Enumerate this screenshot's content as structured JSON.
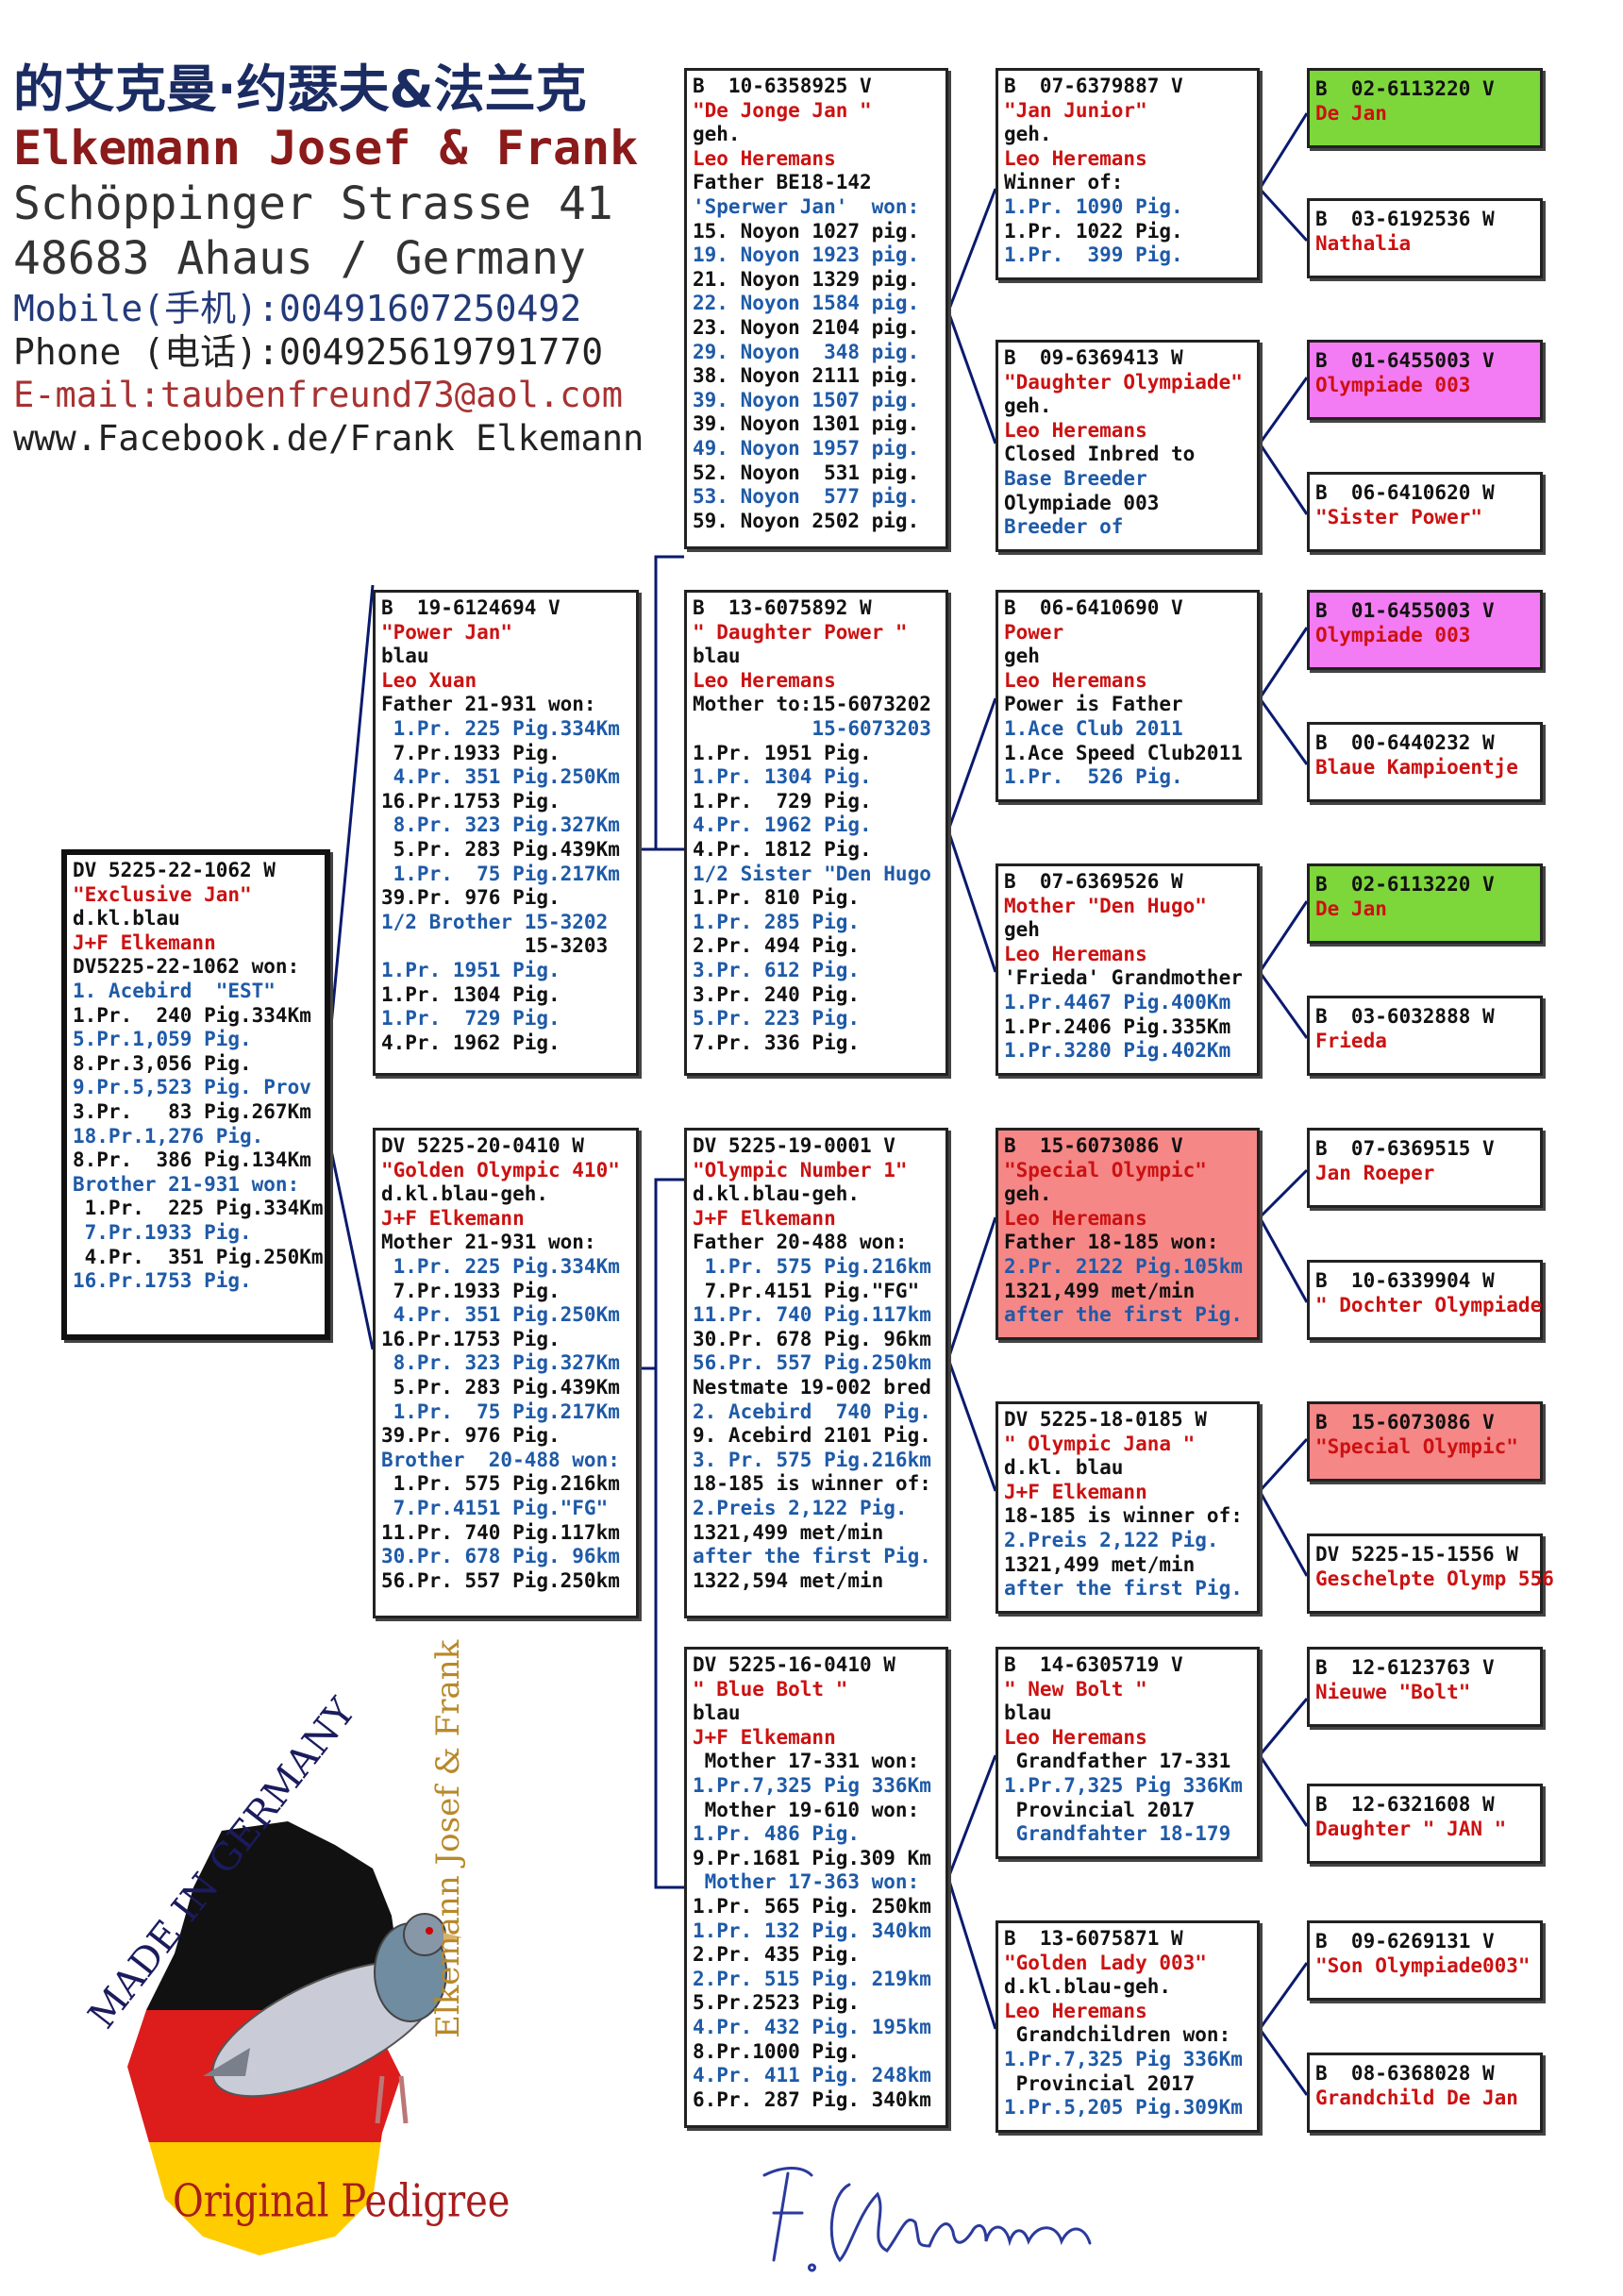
{
  "header": {
    "chinese": "的艾克曼·约瑟夫&法兰克",
    "name": "Elkemann Josef & Frank",
    "street": "Schöppinger Strasse 41",
    "city": "48683 Ahaus / Germany",
    "mobile": "Mobile(手机):00491607250492",
    "phone": "Phone (电话):004925619791770",
    "email": "E-mail:taubenfreund73@aol.com",
    "web": "www.Facebook.de/Frank Elkemann"
  },
  "colors": {
    "green": "#7dd63a",
    "magenta": "#f37bf3",
    "salmon": "#f58787",
    "red": "#cc1111",
    "blue": "#1e5aa8",
    "navy": "#1b2c63"
  },
  "cards": [
    {
      "id": "subject",
      "lines": [
        [
          "k",
          "DV 5225-22-1062 W"
        ],
        [
          "r",
          "\"Exclusive Jan\""
        ],
        [
          "k",
          "d.kl.blau"
        ],
        [
          "r",
          "J+F Elkemann"
        ],
        [
          "k",
          "DV5225-22-1062 won:"
        ],
        [
          "b",
          "1. Acebird  \"EST\""
        ],
        [
          "k",
          "1.Pr.  240 Pig.334Km"
        ],
        [
          "b",
          "5.Pr.1,059 Pig."
        ],
        [
          "k",
          "8.Pr.3,056 Pig."
        ],
        [
          "b",
          "9.Pr.5,523 Pig. Prov"
        ],
        [
          "k",
          "3.Pr.   83 Pig.267Km"
        ],
        [
          "b",
          "18.Pr.1,276 Pig."
        ],
        [
          "k",
          "8.Pr.  386 Pig.134Km"
        ],
        [
          "b",
          "Brother 21-931 won:"
        ],
        [
          "k",
          " 1.Pr.  225 Pig.334Km"
        ],
        [
          "b",
          " 7.Pr.1933 Pig."
        ],
        [
          "k",
          " 4.Pr.  351 Pig.250Km"
        ],
        [
          "b",
          "16.Pr.1753 Pig."
        ]
      ]
    },
    {
      "id": "sire",
      "lines": [
        [
          "k",
          "B  19-6124694 V"
        ],
        [
          "r",
          "\"Power Jan\""
        ],
        [
          "k",
          "blau"
        ],
        [
          "r",
          "Leo Xuan"
        ],
        [
          "k",
          "Father 21-931 won:"
        ],
        [
          "b",
          " 1.Pr. 225 Pig.334Km"
        ],
        [
          "k",
          " 7.Pr.1933 Pig."
        ],
        [
          "b",
          " 4.Pr. 351 Pig.250Km"
        ],
        [
          "k",
          "16.Pr.1753 Pig."
        ],
        [
          "b",
          " 8.Pr. 323 Pig.327Km"
        ],
        [
          "k",
          " 5.Pr. 283 Pig.439Km"
        ],
        [
          "b",
          " 1.Pr.  75 Pig.217Km"
        ],
        [
          "k",
          "39.Pr. 976 Pig."
        ],
        [
          "b",
          "1/2 Brother 15-3202"
        ],
        [
          "k",
          "            15-3203"
        ],
        [
          "b",
          "1.Pr. 1951 Pig."
        ],
        [
          "k",
          "1.Pr. 1304 Pig."
        ],
        [
          "b",
          "1.Pr.  729 Pig."
        ],
        [
          "k",
          "4.Pr. 1962 Pig."
        ]
      ]
    },
    {
      "id": "dam",
      "lines": [
        [
          "k",
          "DV 5225-20-0410 W"
        ],
        [
          "r",
          "\"Golden Olympic 410\""
        ],
        [
          "k",
          "d.kl.blau-geh."
        ],
        [
          "r",
          "J+F Elkemann"
        ],
        [
          "k",
          "Mother 21-931 won:"
        ],
        [
          "b",
          " 1.Pr. 225 Pig.334Km"
        ],
        [
          "k",
          " 7.Pr.1933 Pig."
        ],
        [
          "b",
          " 4.Pr. 351 Pig.250Km"
        ],
        [
          "k",
          "16.Pr.1753 Pig."
        ],
        [
          "b",
          " 8.Pr. 323 Pig.327Km"
        ],
        [
          "k",
          " 5.Pr. 283 Pig.439Km"
        ],
        [
          "b",
          " 1.Pr.  75 Pig.217Km"
        ],
        [
          "k",
          "39.Pr. 976 Pig."
        ],
        [
          "b",
          "Brother  20-488 won:"
        ],
        [
          "k",
          " 1.Pr. 575 Pig.216km"
        ],
        [
          "b",
          " 7.Pr.4151 Pig.\"FG\""
        ],
        [
          "k",
          "11.Pr. 740 Pig.117km"
        ],
        [
          "b",
          "30.Pr. 678 Pig. 96km"
        ],
        [
          "k",
          "56.Pr. 557 Pig.250km"
        ]
      ]
    },
    {
      "id": "ss",
      "lines": [
        [
          "k",
          "B  10-6358925 V"
        ],
        [
          "r",
          "\"De Jonge Jan \""
        ],
        [
          "k",
          "geh."
        ],
        [
          "r",
          "Leo Heremans"
        ],
        [
          "k",
          "Father BE18-142"
        ],
        [
          "b",
          "'Sperwer Jan'  won:"
        ],
        [
          "k",
          "15. Noyon 1027 pig."
        ],
        [
          "b",
          "19. Noyon 1923 pig."
        ],
        [
          "k",
          "21. Noyon 1329 pig."
        ],
        [
          "b",
          "22. Noyon 1584 pig."
        ],
        [
          "k",
          "23. Noyon 2104 pig."
        ],
        [
          "b",
          "29. Noyon  348 pig."
        ],
        [
          "k",
          "38. Noyon 2111 pig."
        ],
        [
          "b",
          "39. Noyon 1507 pig."
        ],
        [
          "k",
          "39. Noyon 1301 pig."
        ],
        [
          "b",
          "49. Noyon 1957 pig."
        ],
        [
          "k",
          "52. Noyon  531 pig."
        ],
        [
          "b",
          "53. Noyon  577 pig."
        ],
        [
          "k",
          "59. Noyon 2502 pig."
        ]
      ]
    },
    {
      "id": "sd",
      "lines": [
        [
          "k",
          "B  13-6075892 W"
        ],
        [
          "r",
          "\" Daughter Power \""
        ],
        [
          "k",
          "blau"
        ],
        [
          "r",
          "Leo Heremans"
        ],
        [
          "k",
          "Mother to:15-6073202"
        ],
        [
          "b",
          "          15-6073203"
        ],
        [
          "k",
          "1.Pr. 1951 Pig."
        ],
        [
          "b",
          "1.Pr. 1304 Pig."
        ],
        [
          "k",
          "1.Pr.  729 Pig."
        ],
        [
          "b",
          "4.Pr. 1962 Pig."
        ],
        [
          "k",
          "4.Pr. 1812 Pig."
        ],
        [
          "b",
          "1/2 Sister \"Den Hugo"
        ],
        [
          "k",
          "1.Pr. 810 Pig."
        ],
        [
          "b",
          "1.Pr. 285 Pig."
        ],
        [
          "k",
          "2.Pr. 494 Pig."
        ],
        [
          "b",
          "3.Pr. 612 Pig."
        ],
        [
          "k",
          "3.Pr. 240 Pig."
        ],
        [
          "b",
          "5.Pr. 223 Pig."
        ],
        [
          "k",
          "7.Pr. 336 Pig."
        ]
      ]
    },
    {
      "id": "ds",
      "lines": [
        [
          "k",
          "DV 5225-19-0001 V"
        ],
        [
          "r",
          "\"Olympic Number 1\""
        ],
        [
          "k",
          "d.kl.blau-geh."
        ],
        [
          "r",
          "J+F Elkemann"
        ],
        [
          "k",
          "Father 20-488 won:"
        ],
        [
          "b",
          " 1.Pr. 575 Pig.216km"
        ],
        [
          "k",
          " 7.Pr.4151 Pig.\"FG\""
        ],
        [
          "b",
          "11.Pr. 740 Pig.117km"
        ],
        [
          "k",
          "30.Pr. 678 Pig. 96km"
        ],
        [
          "b",
          "56.Pr. 557 Pig.250km"
        ],
        [
          "k",
          "Nestmate 19-002 bred"
        ],
        [
          "b",
          "2. Acebird  740 Pig."
        ],
        [
          "k",
          "9. Acebird 2101 Pig."
        ],
        [
          "b",
          "3. Pr. 575 Pig.216km"
        ],
        [
          "k",
          "18-185 is winner of:"
        ],
        [
          "b",
          "2.Preis 2,122 Pig."
        ],
        [
          "k",
          "1321,499 met/min"
        ],
        [
          "b",
          "after the first Pig."
        ],
        [
          "k",
          "1322,594 met/min"
        ]
      ]
    },
    {
      "id": "dd",
      "lines": [
        [
          "k",
          "DV 5225-16-0410 W"
        ],
        [
          "r",
          "\" Blue Bolt \""
        ],
        [
          "k",
          "blau"
        ],
        [
          "r",
          "J+F Elkemann"
        ],
        [
          "k",
          " Mother 17-331 won:"
        ],
        [
          "b",
          "1.Pr.7,325 Pig 336Km"
        ],
        [
          "k",
          " Mother 19-610 won:"
        ],
        [
          "b",
          "1.Pr. 486 Pig."
        ],
        [
          "k",
          "9.Pr.1681 Pig.309 Km"
        ],
        [
          "b",
          " Mother 17-363 won:"
        ],
        [
          "k",
          "1.Pr. 565 Pig. 250km"
        ],
        [
          "b",
          "1.Pr. 132 Pig. 340km"
        ],
        [
          "k",
          "2.Pr. 435 Pig."
        ],
        [
          "b",
          "2.Pr. 515 Pig. 219km"
        ],
        [
          "k",
          "5.Pr.2523 Pig."
        ],
        [
          "b",
          "4.Pr. 432 Pig. 195km"
        ],
        [
          "k",
          "8.Pr.1000 Pig."
        ],
        [
          "b",
          "4.Pr. 411 Pig. 248km"
        ],
        [
          "k",
          "6.Pr. 287 Pig. 340km"
        ]
      ]
    },
    {
      "id": "g1",
      "lines": [
        [
          "k",
          "B  07-6379887 V"
        ],
        [
          "r",
          "\"Jan Junior\""
        ],
        [
          "k",
          "geh."
        ],
        [
          "r",
          "Leo Heremans"
        ],
        [
          "k",
          "Winner of:"
        ],
        [
          "b",
          "1.Pr. 1090 Pig."
        ],
        [
          "k",
          "1.Pr. 1022 Pig."
        ],
        [
          "b",
          "1.Pr.  399 Pig."
        ]
      ]
    },
    {
      "id": "g2",
      "lines": [
        [
          "k",
          "B  09-6369413 W"
        ],
        [
          "r",
          "\"Daughter Olympiade\""
        ],
        [
          "k",
          "geh."
        ],
        [
          "r",
          "Leo Heremans"
        ],
        [
          "k",
          "Closed Inbred to"
        ],
        [
          "b",
          "Base Breeder"
        ],
        [
          "k",
          "Olympiade 003"
        ],
        [
          "b",
          "Breeder of"
        ]
      ]
    },
    {
      "id": "g3",
      "lines": [
        [
          "k",
          "B  06-6410690 V"
        ],
        [
          "r",
          "Power"
        ],
        [
          "k",
          "geh"
        ],
        [
          "r",
          "Leo Heremans"
        ],
        [
          "k",
          "Power is Father"
        ],
        [
          "b",
          "1.Ace Club 2011"
        ],
        [
          "k",
          "1.Ace Speed Club2011"
        ],
        [
          "b",
          "1.Pr.  526 Pig."
        ]
      ]
    },
    {
      "id": "g4",
      "lines": [
        [
          "k",
          "B  07-6369526 W"
        ],
        [
          "r",
          "Mother \"Den Hugo\""
        ],
        [
          "k",
          "geh"
        ],
        [
          "r",
          "Leo Heremans"
        ],
        [
          "k",
          "'Frieda' Grandmother"
        ],
        [
          "b",
          "1.Pr.4467 Pig.400Km"
        ],
        [
          "k",
          "1.Pr.2406 Pig.335Km"
        ],
        [
          "b",
          "1.Pr.3280 Pig.402Km"
        ]
      ]
    },
    {
      "id": "g5",
      "lines": [
        [
          "k",
          "B  15-6073086 V"
        ],
        [
          "r",
          "\"Special Olympic\""
        ],
        [
          "k",
          "geh."
        ],
        [
          "r",
          "Leo Heremans"
        ],
        [
          "k",
          "Father 18-185 won:"
        ],
        [
          "b",
          "2.Pr. 2122 Pig.105km"
        ],
        [
          "k",
          "1321,499 met/min"
        ],
        [
          "b",
          "after the first Pig."
        ]
      ]
    },
    {
      "id": "g6",
      "lines": [
        [
          "k",
          "DV 5225-18-0185 W"
        ],
        [
          "r",
          "\" Olympic Jana \""
        ],
        [
          "k",
          "d.kl. blau"
        ],
        [
          "r",
          "J+F Elkemann"
        ],
        [
          "k",
          "18-185 is winner of:"
        ],
        [
          "b",
          "2.Preis 2,122 Pig."
        ],
        [
          "k",
          "1321,499 met/min"
        ],
        [
          "b",
          "after the first Pig."
        ]
      ]
    },
    {
      "id": "g7",
      "lines": [
        [
          "k",
          "B  14-6305719 V"
        ],
        [
          "r",
          "\" New Bolt \""
        ],
        [
          "k",
          "blau"
        ],
        [
          "r",
          "Leo Heremans"
        ],
        [
          "k",
          " Grandfather 17-331"
        ],
        [
          "b",
          "1.Pr.7,325 Pig 336Km"
        ],
        [
          "k",
          " Provincial 2017"
        ],
        [
          "b",
          " Grandfahter 18-179"
        ]
      ]
    },
    {
      "id": "g8",
      "lines": [
        [
          "k",
          "B  13-6075871 W"
        ],
        [
          "r",
          "\"Golden Lady 003\""
        ],
        [
          "k",
          "d.kl.blau-geh."
        ],
        [
          "r",
          "Leo Heremans"
        ],
        [
          "k",
          " Grandchildren won:"
        ],
        [
          "b",
          "1.Pr.7,325 Pig 336Km"
        ],
        [
          "k",
          " Provincial 2017"
        ],
        [
          "b",
          "1.Pr.5,205 Pig.309Km"
        ]
      ]
    }
  ],
  "leaves": [
    {
      "id": "l1",
      "ring": "B  02-6113220 V",
      "name": "De Jan",
      "bg": "#7dd63a"
    },
    {
      "id": "l2",
      "ring": "B  03-6192536 W",
      "name": "Nathalia",
      "bg": "#ffffff"
    },
    {
      "id": "l3",
      "ring": "B  01-6455003 V",
      "name": "Olympiade 003",
      "bg": "#f37bf3"
    },
    {
      "id": "l4",
      "ring": "B  06-6410620 W",
      "name": "\"Sister Power\"",
      "bg": "#ffffff"
    },
    {
      "id": "l5",
      "ring": "B  01-6455003 V",
      "name": "Olympiade 003",
      "bg": "#f37bf3"
    },
    {
      "id": "l6",
      "ring": "B  00-6440232 W",
      "name": "Blaue Kampioentje",
      "bg": "#ffffff"
    },
    {
      "id": "l7",
      "ring": "B  02-6113220 V",
      "name": "De Jan",
      "bg": "#7dd63a"
    },
    {
      "id": "l8",
      "ring": "B  03-6032888 W",
      "name": "Frieda",
      "bg": "#ffffff"
    },
    {
      "id": "l9",
      "ring": "B  07-6369515 V",
      "name": "Jan Roeper",
      "bg": "#ffffff"
    },
    {
      "id": "l10",
      "ring": "B  10-6339904 W",
      "name": "\" Dochter Olympiade",
      "bg": "#ffffff"
    },
    {
      "id": "l11",
      "ring": "B  15-6073086 V",
      "name": "\"Special Olympic\"",
      "bg": "#f58787"
    },
    {
      "id": "l12",
      "ring": "DV 5225-15-1556 W",
      "name": "Geschelpte Olymp 556",
      "bg": "#ffffff"
    },
    {
      "id": "l13",
      "ring": "B  12-6123763 V",
      "name": "Nieuwe \"Bolt\"",
      "bg": "#ffffff"
    },
    {
      "id": "l14",
      "ring": "B  12-6321608 W",
      "name": "Daughter \" JAN \"",
      "bg": "#ffffff"
    },
    {
      "id": "l15",
      "ring": "B  09-6269131 V",
      "name": "\"Son Olympiade003\"",
      "bg": "#ffffff"
    },
    {
      "id": "l16",
      "ring": "B  08-6368028 W",
      "name": "Grandchild De Jan",
      "bg": "#ffffff"
    }
  ],
  "logo": {
    "caption": "Original Pedigree",
    "made": "MADE IN GERMANY",
    "vertical": "Elkemann Josef & Frank"
  },
  "signature": "F. Elkemann"
}
